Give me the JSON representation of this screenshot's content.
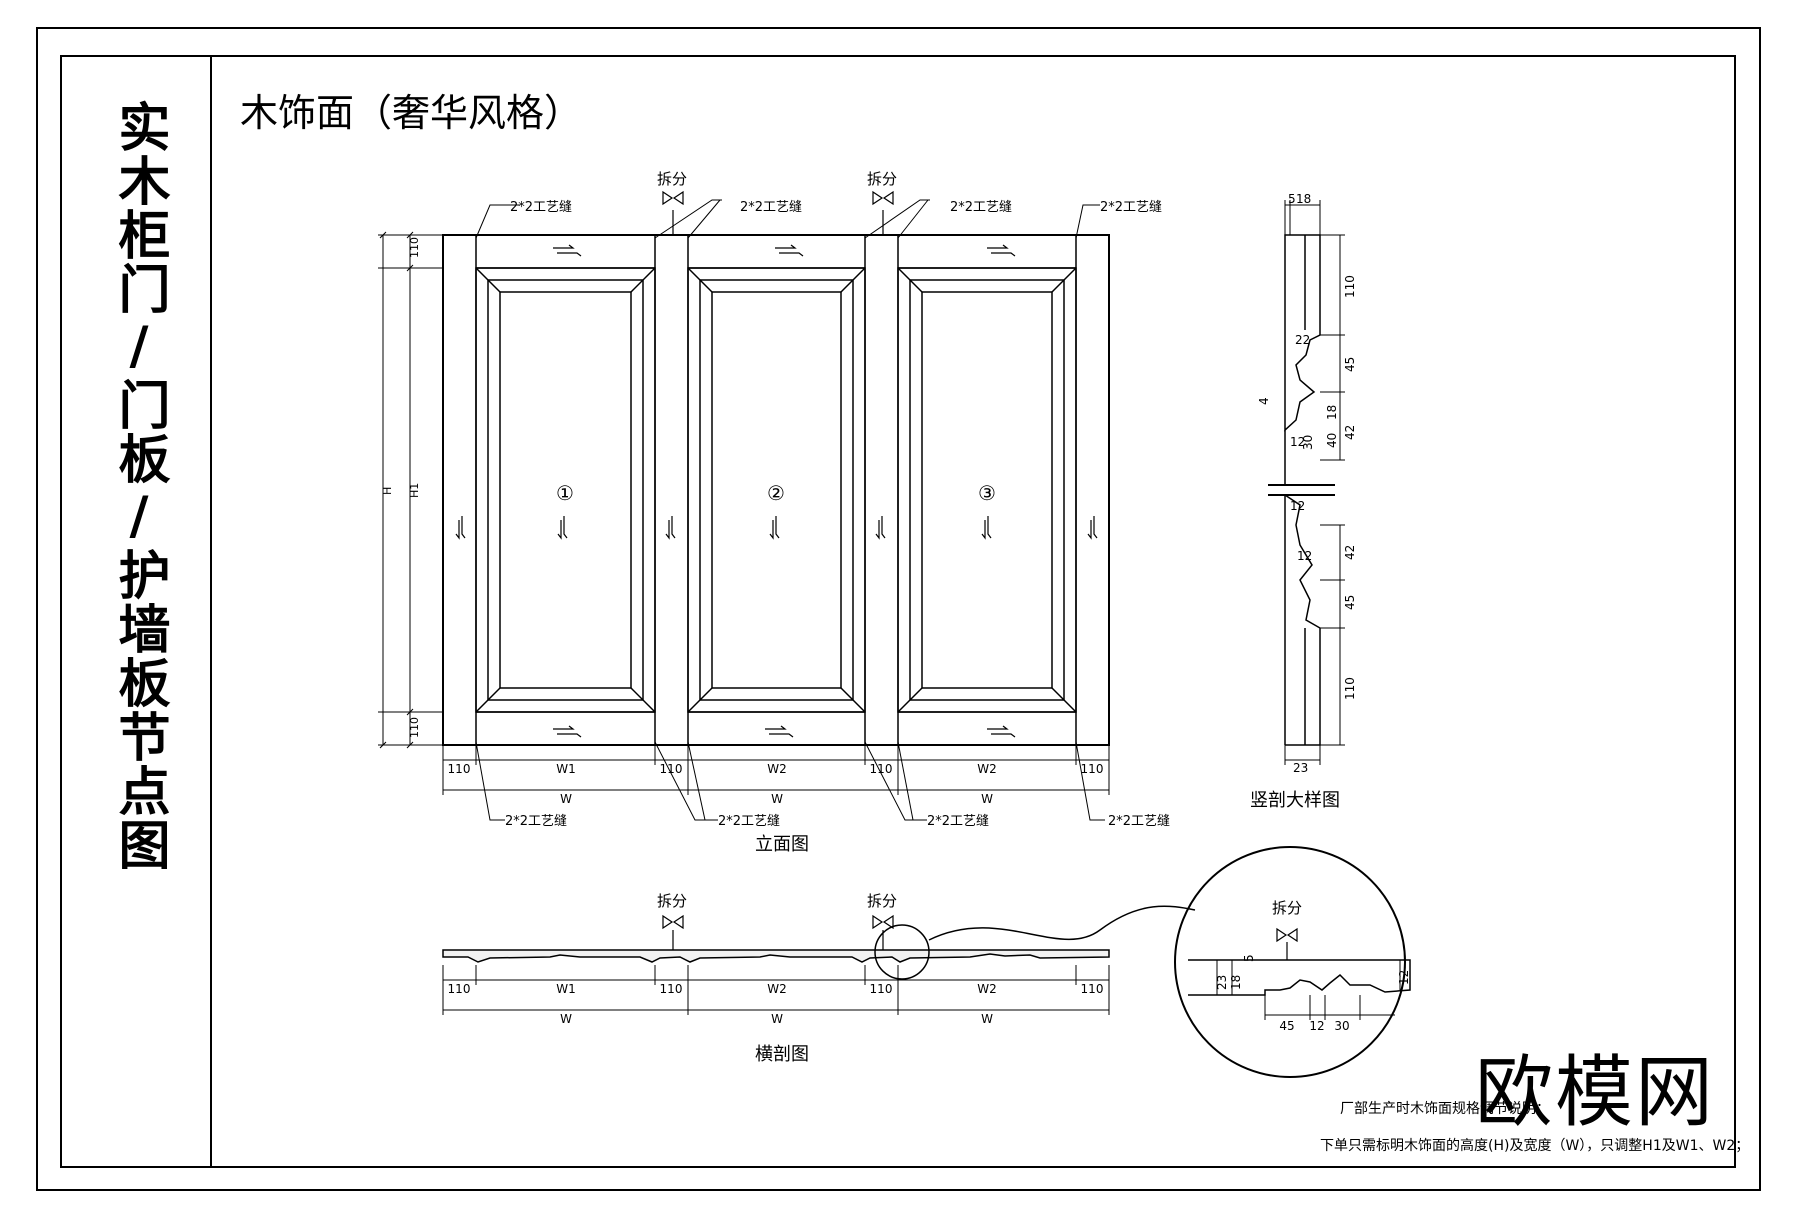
{
  "side_title": "实木柜门/门板/护墙板节点图",
  "drawing_title": "木饰面（奢华风格）",
  "elevation": {
    "caption": "立面图",
    "split_label": "拆分",
    "seam_label": "2*2工艺缝",
    "panel_numbers": [
      "①",
      "②",
      "③"
    ],
    "dim_rail": "110",
    "dim_h": "H",
    "dim_h1": "H1",
    "bottom_dims": [
      "110",
      "W1",
      "110",
      "W2",
      "110",
      "W2",
      "110"
    ],
    "overall_dims": [
      "W",
      "W",
      "W"
    ]
  },
  "section_v": {
    "caption": "竖剖大样图",
    "top_dims": [
      "5",
      "18"
    ],
    "right_dims": [
      "110",
      "45",
      "42",
      "42",
      "45",
      "110"
    ],
    "left_dims": [
      "22",
      "4",
      "18",
      "12",
      "30",
      "40",
      "12",
      "12"
    ],
    "bottom_dim": "23"
  },
  "section_h": {
    "caption": "横剖图",
    "split_label": "拆分",
    "bottom_dims": [
      "110",
      "W1",
      "110",
      "W2",
      "110",
      "W2",
      "110"
    ],
    "overall_dims": [
      "W",
      "W",
      "W"
    ]
  },
  "detail": {
    "split_label": "拆分",
    "left_dims": [
      "23",
      "18",
      "5"
    ],
    "bottom_dims": [
      "45",
      "12",
      "30"
    ],
    "right_dim": "12"
  },
  "notes": {
    "line1": "厂部生产时木饰面规格调节说明：",
    "line2": "下单只需标明木饰面的高度(H)及宽度（W），只调整H1及W1、W2；"
  },
  "brand": "欧模网"
}
